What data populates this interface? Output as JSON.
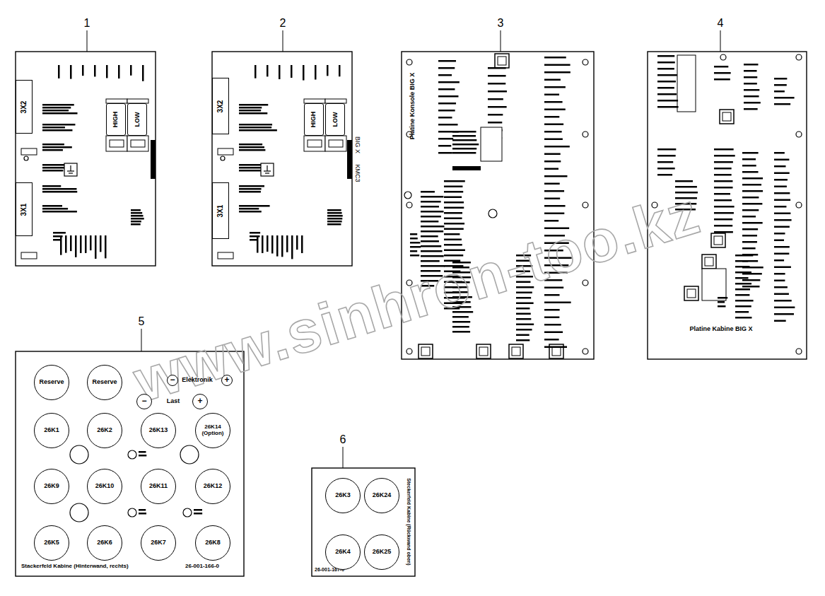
{
  "diagram": {
    "nodes": [
      {
        "text": [
          "3X2"
        ]
      },
      {
        "text": [
          "3X1"
        ]
      },
      {
        "text": [
          "HIGH"
        ]
      },
      {
        "text": [
          "LOW"
        ]
      },
      {
        "text": [
          "3X2"
        ]
      },
      {
        "text": [
          "3X1"
        ]
      },
      {
        "text": [
          "HIGH"
        ]
      },
      {
        "text": [
          "LOW"
        ]
      },
      {
        "text": [
          "Stackerfeld Kabine (Hinterwand, rechts)",
          "26-001-166-0"
        ]
      },
      {
        "text": [
          "Reserve"
        ],
        "in": 8
      },
      {
        "text": [
          "Reserve"
        ],
        "in": 8
      },
      {
        "text": [
          "−"
        ],
        "in": 8
      },
      {
        "text": [
          "+"
        ],
        "in": 8
      },
      {
        "text": [
          "−"
        ],
        "in": 8
      },
      {
        "text": [
          "+"
        ],
        "in": 8
      },
      {
        "text": [
          "26K1"
        ],
        "in": 8
      },
      {
        "text": [
          "26K2"
        ],
        "in": 8
      },
      {
        "text": [
          "26K13"
        ],
        "in": 8
      },
      {
        "text": [
          "26K14 (Option)"
        ],
        "in": 8
      },
      {
        "text": [
          "26K9"
        ],
        "in": 8
      },
      {
        "text": [
          "26K10"
        ],
        "in": 8
      },
      {
        "text": [
          "26K11"
        ],
        "in": 8
      },
      {
        "text": [
          "26K12"
        ],
        "in": 8
      },
      {
        "text": [
          "26K5"
        ],
        "in": 8
      },
      {
        "text": [
          "26K6"
        ],
        "in": 8
      },
      {
        "text": [
          "26K7"
        ],
        "in": 8
      },
      {
        "text": [
          "26K8"
        ],
        "in": 8
      },
      {
        "text": [
          "Steckerfeld Kabine (Rückwand oben)",
          "26-001-167-0"
        ]
      },
      {
        "text": [
          "26K3"
        ],
        "in": 27
      },
      {
        "text": [
          "26K24"
        ],
        "in": 27
      },
      {
        "text": [
          "26K4"
        ],
        "in": 27
      },
      {
        "text": [
          "26K25"
        ],
        "in": 27
      }
    ],
    "labels": [
      "1",
      "2",
      "3",
      "4",
      "5",
      "6",
      "BIG X",
      "KMC3",
      "Platine Konsole BIG X",
      "Platine Kabine BIG X",
      "Elektronik",
      "Last",
      "www.sinhron-too.kz"
    ]
  }
}
